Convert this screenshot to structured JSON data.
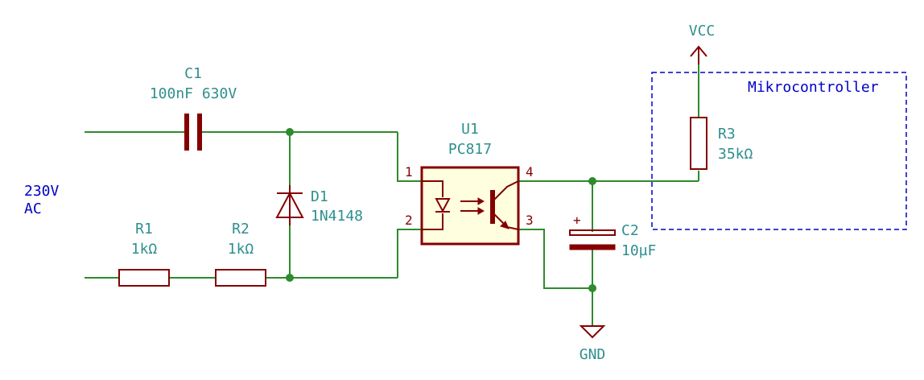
{
  "components": {
    "c1": {
      "ref": "C1",
      "value": "100nF 630V"
    },
    "d1": {
      "ref": "D1",
      "value": "1N4148"
    },
    "r1": {
      "ref": "R1",
      "value": "1kΩ"
    },
    "r2": {
      "ref": "R2",
      "value": "1kΩ"
    },
    "u1": {
      "ref": "U1",
      "value": "PC817",
      "pins": [
        "1",
        "2",
        "3",
        "4"
      ]
    },
    "c2": {
      "ref": "C2",
      "value": "10µF",
      "polarity": "+"
    },
    "r3": {
      "ref": "R3",
      "value": "35kΩ"
    }
  },
  "power": {
    "vcc": "VCC",
    "gnd": "GND"
  },
  "labels": {
    "input_line1": "230V",
    "input_line2": "AC",
    "mcu_box": "Mikrocontroller"
  },
  "colors": {
    "wire": "#2e8b2e",
    "symbol": "#840000",
    "text": "#2f8f8f",
    "note": "#0000c8",
    "ic_fill": "#ffffe0"
  }
}
